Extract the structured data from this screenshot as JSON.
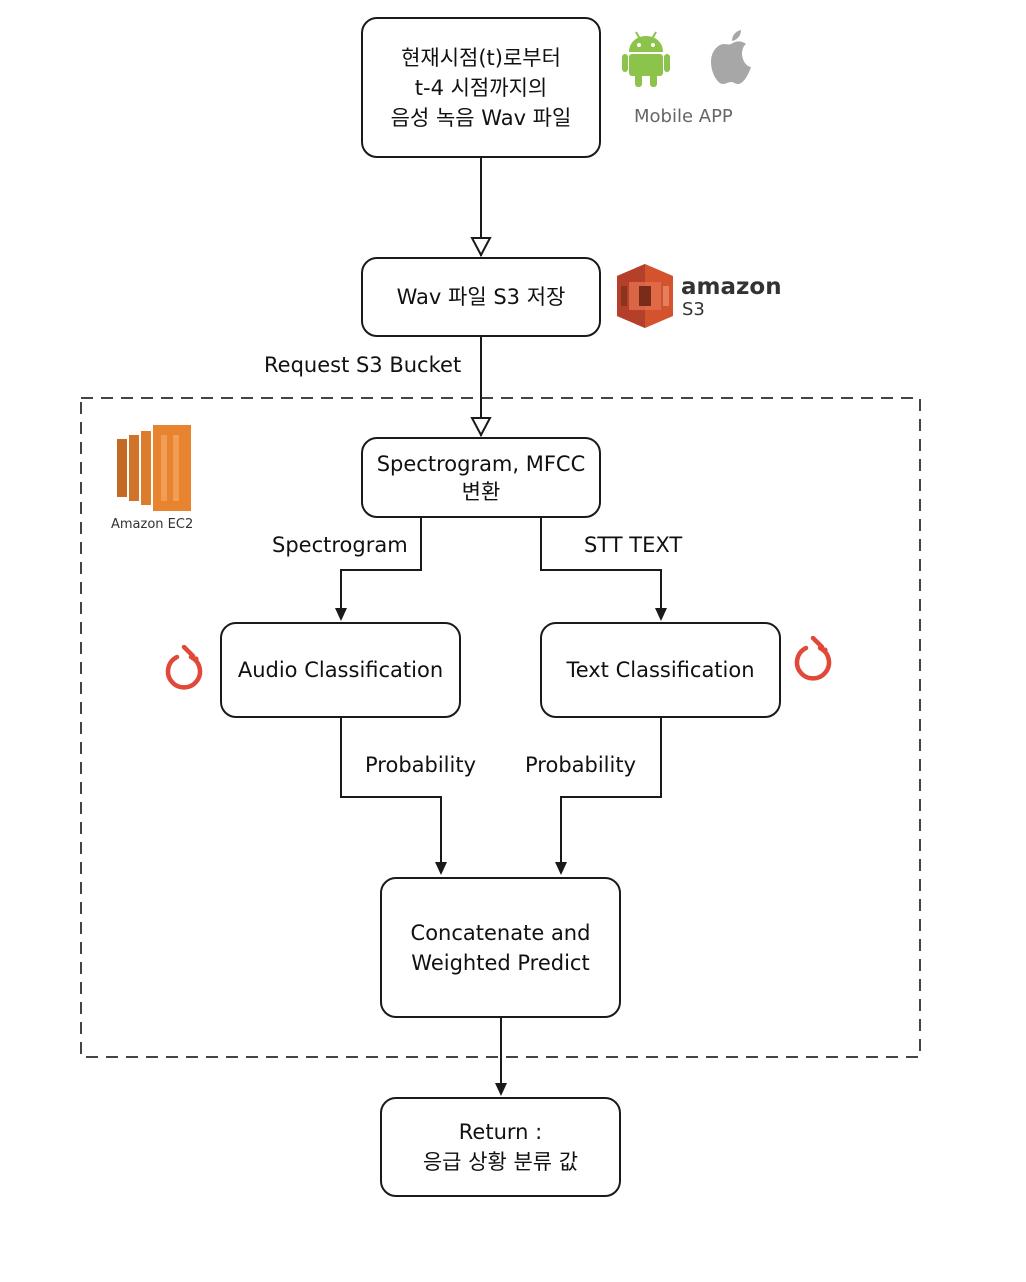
{
  "nodes": {
    "record": [
      "현재시점(t)로부터",
      "t-4 시점까지의",
      "음성 녹음 Wav 파일"
    ],
    "s3_store": [
      "Wav 파일 S3 저장"
    ],
    "transform": [
      "Spectrogram, MFCC",
      "변환"
    ],
    "audio_cls": [
      "Audio Classification"
    ],
    "text_cls": [
      "Text Classification"
    ],
    "concat": [
      "Concatenate and",
      "Weighted Predict"
    ],
    "result": [
      "Return :",
      "응급 상황 분류 값"
    ]
  },
  "edges": {
    "request": "Request S3 Bucket",
    "spectrogram": "Spectrogram",
    "stt": "STT TEXT",
    "prob_audio": "Probability",
    "prob_text": "Probability"
  },
  "logos": {
    "mobile": "Mobile APP",
    "s3_brand": "amazon",
    "s3_sub": "S3",
    "ec2": "Amazon EC2"
  },
  "colors": {
    "android": "#8cc34a",
    "apple": "#a7a7a7",
    "aws_s3": "#d4532f",
    "aws_ec2": "#e8832f",
    "pytorch": "#e2483a"
  }
}
